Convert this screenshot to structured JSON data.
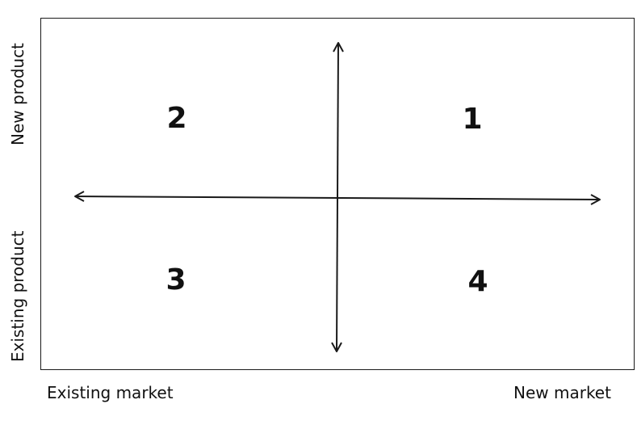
{
  "quadrants": {
    "top_right": "1",
    "top_left": "2",
    "bottom_left": "3",
    "bottom_right": "4"
  },
  "y_axis": {
    "top_label": "New product",
    "bottom_label": "Existing product"
  },
  "x_axis": {
    "left_label": "Existing market",
    "right_label": "New market"
  },
  "colors": {
    "stroke": "#1a1a1a",
    "text": "#111111",
    "background": "#ffffff"
  }
}
